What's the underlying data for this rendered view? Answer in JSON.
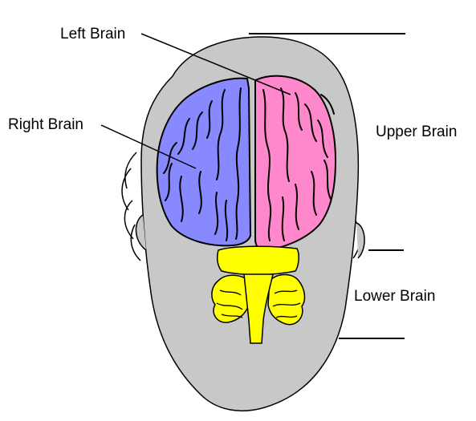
{
  "labels": {
    "left_brain": "Left Brain",
    "right_brain": "Right Brain",
    "upper_brain": "Upper Brain",
    "lower_brain": "Lower Brain"
  },
  "colors": {
    "head": "#c8c8c8",
    "right_hemisphere": "#8888ff",
    "left_hemisphere": "#ff88cc",
    "brainstem_cerebellum": "#ffff00",
    "outline": "#000000",
    "background": "#ffffff"
  }
}
